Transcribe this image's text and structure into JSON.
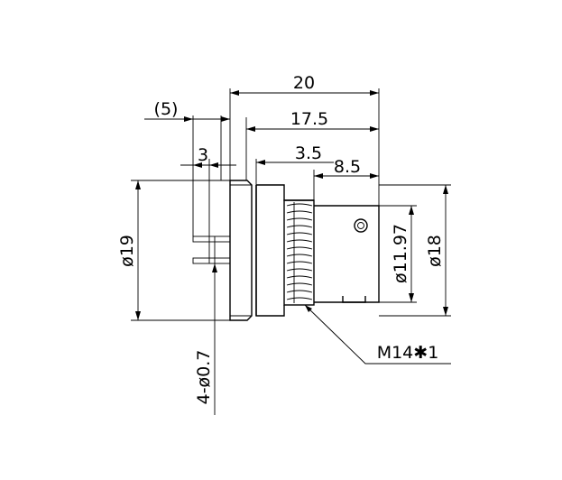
{
  "drawing": {
    "dimensions": {
      "overall_length": "20",
      "body_length": "17.5",
      "flange_length": "3.5",
      "thread_length": "8.5",
      "pin_offset": "(5)",
      "pin_length": "3",
      "flange_diameter": "ø19",
      "body_diameter": "ø18",
      "inner_diameter": "ø11.97",
      "pin_spec": "4-ø0.7",
      "thread_spec": "M14✱1"
    }
  }
}
